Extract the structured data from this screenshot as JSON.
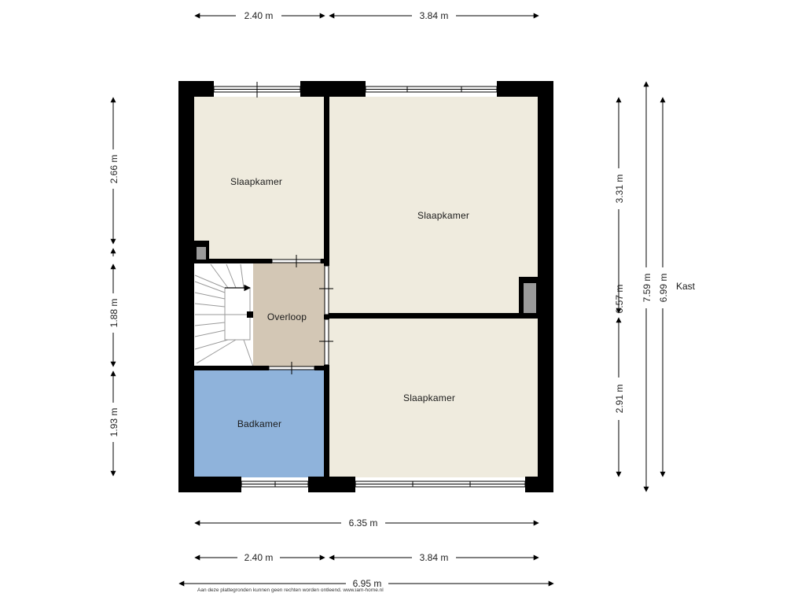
{
  "colors": {
    "bedroom_fill": "#efebde",
    "landing_fill": "#d3c7b5",
    "bathroom_fill": "#8fb3db",
    "stair_fill": "#ffffff",
    "wall": "#000000",
    "closet_fill": "#9a9a9a",
    "window_fill": "#ffffff",
    "dimension_line": "#000000"
  },
  "rooms": {
    "bedroom_top_left": "Slaapkamer",
    "bedroom_top_right": "Slaapkamer",
    "bedroom_bottom_right": "Slaapkamer",
    "landing": "Overloop",
    "bathroom": "Badkamer"
  },
  "labels": {
    "closet": "Kast"
  },
  "dimensions": {
    "top_left": "2.40 m",
    "top_right": "3.84 m",
    "left_top": "2.66 m",
    "left_middle": "1.88 m",
    "left_bottom": "1.93 m",
    "right_top": "3.31 m",
    "right_middle": "0.57 m",
    "right_bottom": "2.91 m",
    "right_total_outer": "7.59 m",
    "right_total_inner": "6.99 m",
    "bottom_inner_total": "6.35 m",
    "bottom_left": "2.40 m",
    "bottom_right": "3.84 m",
    "bottom_outer_total": "6.95 m"
  },
  "disclaimer": "Aan deze plattegronden kunnen geen rechten worden ontleend. www.iam-home.nl"
}
